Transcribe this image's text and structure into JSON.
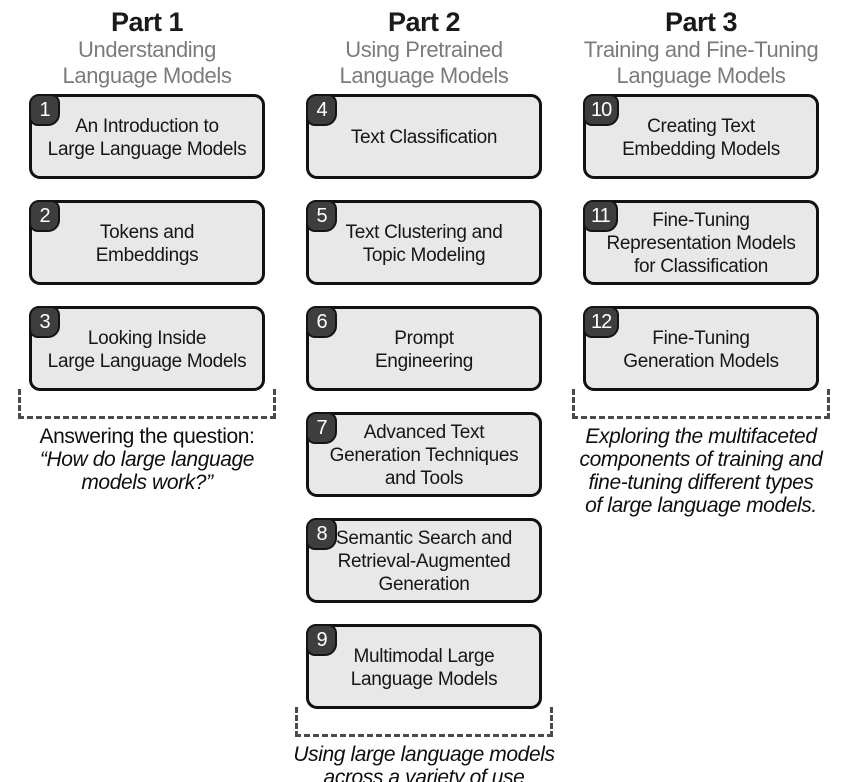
{
  "parts": [
    {
      "title": "Part 1",
      "subtitle": "Understanding\nLanguage Models",
      "chapters": [
        {
          "number": "1",
          "title": "An Introduction to\nLarge Language Models"
        },
        {
          "number": "2",
          "title": "Tokens and\nEmbeddings"
        },
        {
          "number": "3",
          "title": "Looking Inside\nLarge Language Models"
        }
      ],
      "caption_lead": "Answering the question:",
      "caption_italic": "“How do large language\nmodels work?”"
    },
    {
      "title": "Part 2",
      "subtitle": "Using Pretrained\nLanguage Models",
      "chapters": [
        {
          "number": "4",
          "title": "Text Classification"
        },
        {
          "number": "5",
          "title": "Text Clustering and\nTopic Modeling"
        },
        {
          "number": "6",
          "title": "Prompt\nEngineering"
        },
        {
          "number": "7",
          "title": "Advanced Text\nGeneration Techniques\nand Tools"
        },
        {
          "number": "8",
          "title": "Semantic Search and\nRetrieval-Augmented\nGeneration"
        },
        {
          "number": "9",
          "title": "Multimodal Large\nLanguage Models"
        }
      ],
      "caption_lead": "",
      "caption_italic": "Using large language models\nacross a variety of use cases."
    },
    {
      "title": "Part 3",
      "subtitle": "Training and Fine-Tuning\nLanguage Models",
      "chapters": [
        {
          "number": "10",
          "title": "Creating Text\nEmbedding Models"
        },
        {
          "number": "11",
          "title": "Fine-Tuning\nRepresentation Models\nfor Classification"
        },
        {
          "number": "12",
          "title": "Fine-Tuning\nGeneration Models"
        }
      ],
      "caption_lead": "",
      "caption_italic": "Exploring the multifaceted\ncomponents of training and\nfine-tuning different types\nof large language models."
    }
  ],
  "colors": {
    "box_fill": "#e8e8e8",
    "box_border": "#111111",
    "badge_fill": "#3e3e3e",
    "badge_text": "#ffffff",
    "subtitle_gray": "#7b7b7b",
    "dash_gray": "#4a4a4a"
  }
}
